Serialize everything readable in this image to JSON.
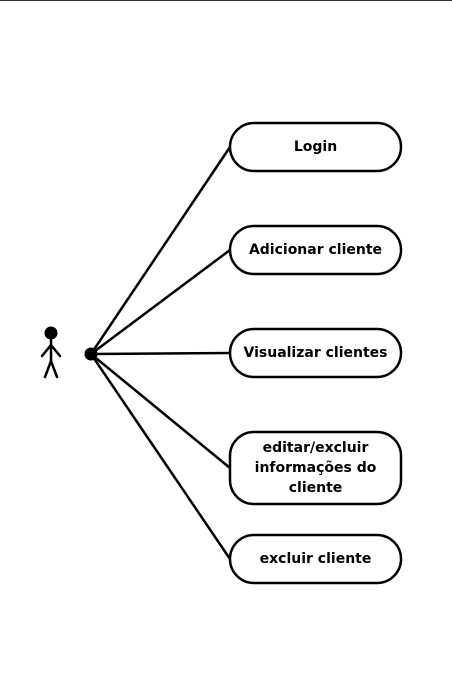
{
  "use_cases": [
    {
      "id": "login",
      "lines": [
        "Login"
      ]
    },
    {
      "id": "adicionar-cliente",
      "lines": [
        "Adicionar cliente"
      ]
    },
    {
      "id": "visualizar-clientes",
      "lines": [
        "Visualizar clientes"
      ]
    },
    {
      "id": "editar-excluir-informacoes",
      "lines": [
        "editar/excluir",
        "informações do",
        "cliente"
      ]
    },
    {
      "id": "excluir-cliente",
      "lines": [
        "excluir cliente"
      ]
    }
  ]
}
